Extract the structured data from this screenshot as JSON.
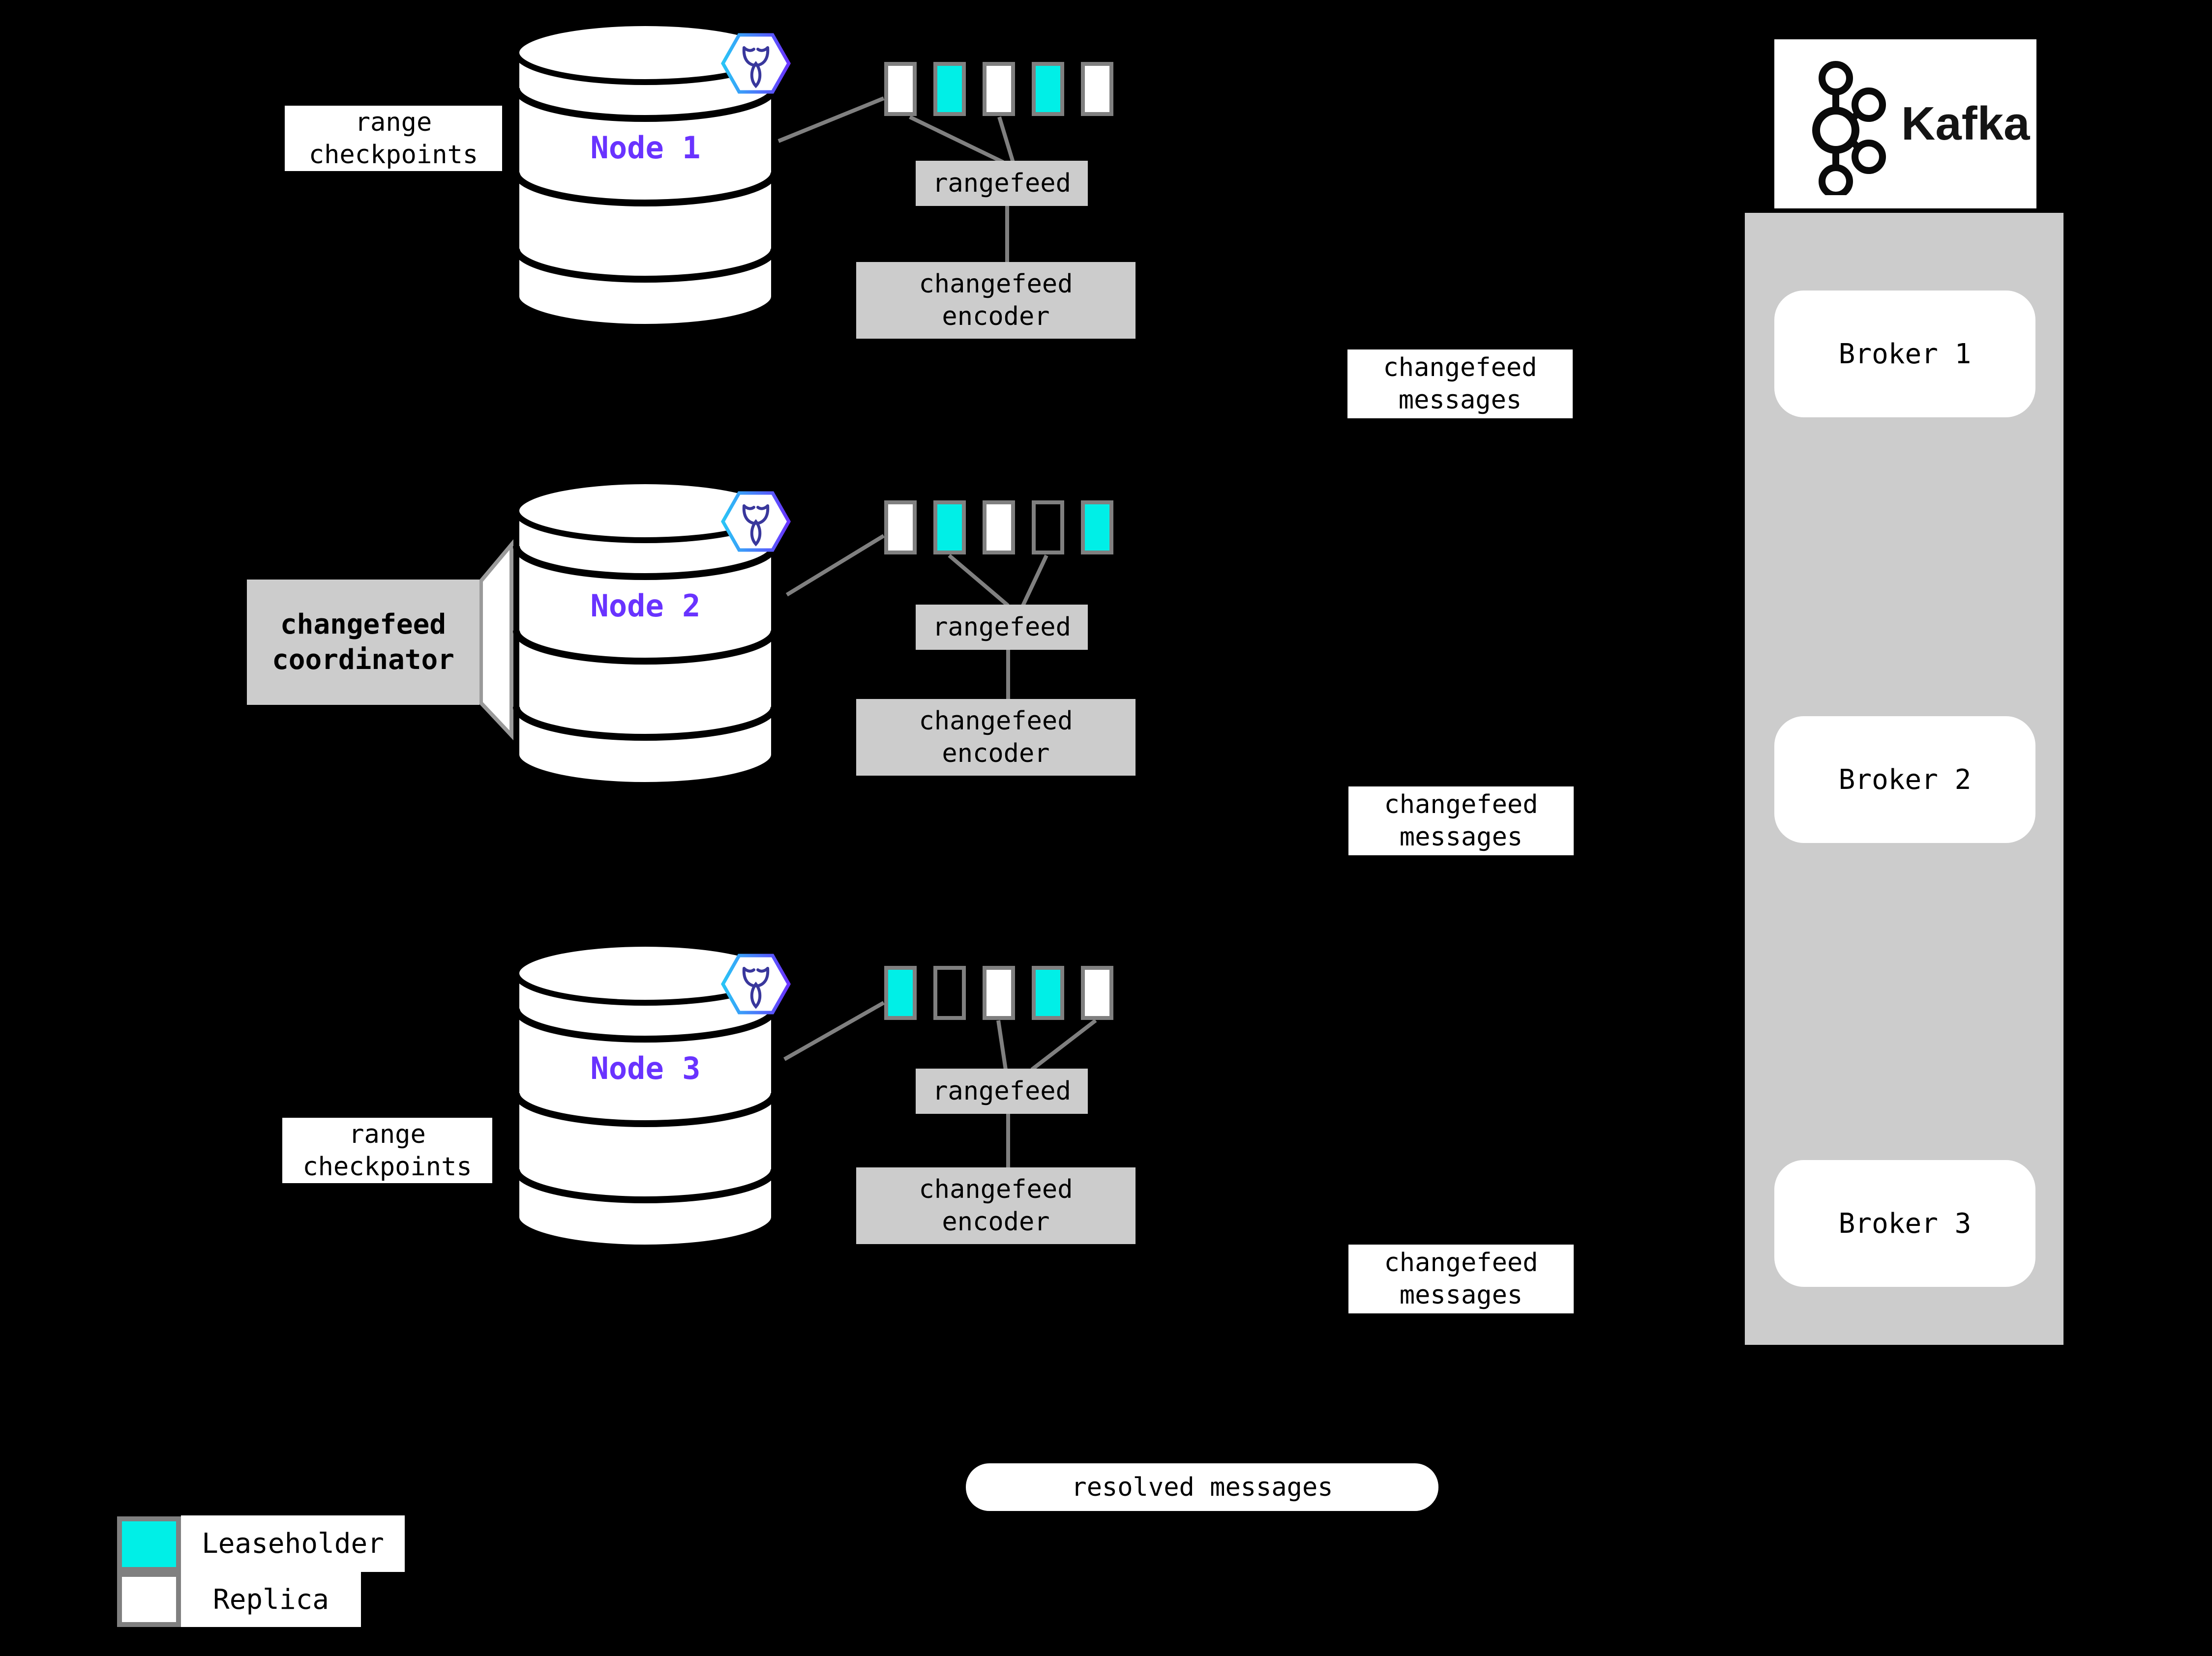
{
  "colors": {
    "bg": "#000000",
    "leaseholder": "#00EFE7",
    "replica": "#ffffff",
    "panelGray": "#cccccc",
    "borderGray": "#808080",
    "lineGray": "#808080",
    "nodePurple": "#6933FF"
  },
  "labels": {
    "range_checkpoints": {
      "line1": "range",
      "line2": "checkpoints"
    },
    "changefeed_coordinator": {
      "line1": "changefeed",
      "line2": "coordinator"
    },
    "rangefeed": "rangefeed",
    "changefeed_encoder": {
      "line1": "changefeed",
      "line2": "encoder"
    },
    "changefeed_messages": {
      "line1": "changefeed",
      "line2": "messages"
    },
    "resolved_messages": "resolved messages"
  },
  "nodes": [
    {
      "label": "Node 1",
      "ranges": [
        "replica",
        "leaseholder",
        "replica",
        "leaseholder",
        "replica"
      ]
    },
    {
      "label": "Node 2",
      "ranges": [
        "replica",
        "leaseholder",
        "replica",
        "none",
        "leaseholder"
      ]
    },
    {
      "label": "Node 3",
      "ranges": [
        "leaseholder",
        "none",
        "replica",
        "leaseholder",
        "replica"
      ]
    }
  ],
  "kafka": {
    "title": "Kafka",
    "brokers": [
      {
        "label": "Broker 1"
      },
      {
        "label": "Broker 2"
      },
      {
        "label": "Broker 3"
      }
    ]
  },
  "legend": {
    "items": [
      {
        "type": "leaseholder",
        "label": "Leaseholder"
      },
      {
        "type": "replica",
        "label": "Replica"
      }
    ]
  }
}
